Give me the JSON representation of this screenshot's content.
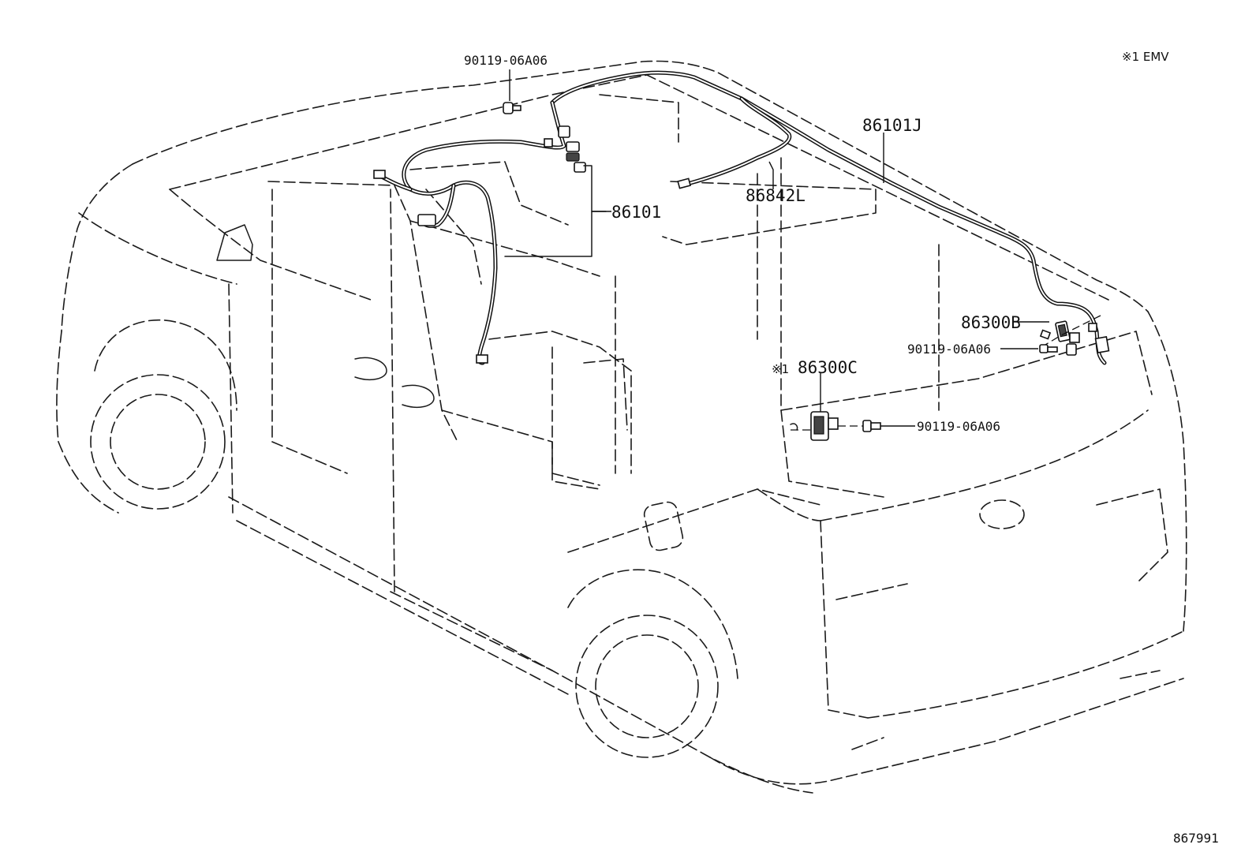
{
  "labels": {
    "bolt_top": "90119-06A06",
    "note": "※1 EMV",
    "harness_roof": "86101J",
    "antenna_cord": "86842L",
    "harness_front": "86101",
    "antenna_b": "86300B",
    "bolt_right": "90119-06A06",
    "note_marker": "※1",
    "antenna_c": "86300C",
    "bolt_lower": "90119-06A06",
    "diagram_number": "867991"
  }
}
